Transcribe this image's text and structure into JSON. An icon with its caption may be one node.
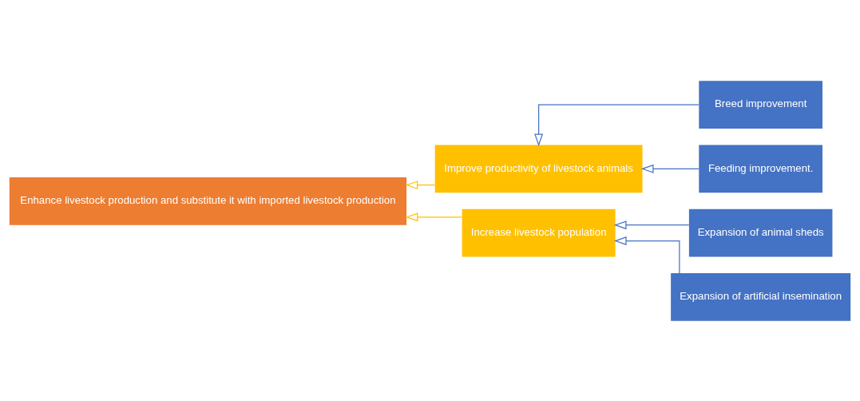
{
  "diagram": {
    "nodes": [
      {
        "text": [
          "Enhance livestock production and substitute it with imported livestock production"
        ]
      },
      {
        "text": [
          "Improve productivity of livestock animals"
        ]
      },
      {
        "text": [
          "Increase livestock population"
        ]
      },
      {
        "text": [
          "Breed improvement"
        ]
      },
      {
        "text": [
          "Feeding improvement."
        ]
      },
      {
        "text": [
          "Expansion of animal sheds"
        ]
      },
      {
        "text": [
          "Expansion of artificial insemination"
        ]
      }
    ],
    "edges": [
      {
        "from": 1,
        "to": 0,
        "arrow": "to",
        "color": "#ffc000"
      },
      {
        "from": 2,
        "to": 0,
        "arrow": "to",
        "color": "#ffc000"
      },
      {
        "from": 3,
        "to": 1,
        "arrow": "to"
      },
      {
        "from": 4,
        "to": 1,
        "arrow": "to"
      },
      {
        "from": 5,
        "to": 2,
        "arrow": "to"
      },
      {
        "from": 6,
        "to": 2,
        "arrow": "to"
      }
    ]
  }
}
